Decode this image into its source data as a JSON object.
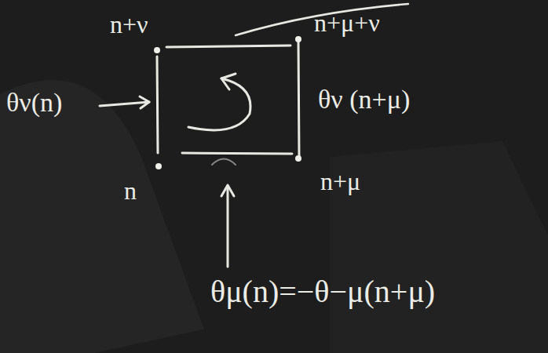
{
  "diagram": {
    "labels": [
      "n+ν",
      "n+μ+ν",
      "θν(n)",
      "θν (n+μ)",
      "n",
      "n+μ",
      "θμ(n)=−θ−μ(n+μ)"
    ]
  }
}
